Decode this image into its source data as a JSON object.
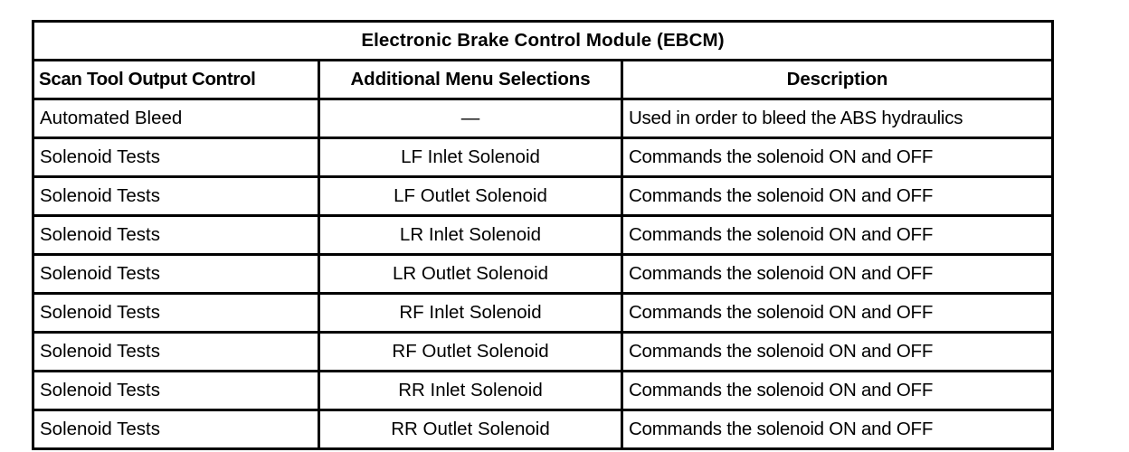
{
  "table": {
    "title": "Electronic Brake Control Module (EBCM)",
    "columns": [
      "Scan Tool Output Control",
      "Additional Menu Selections",
      "Description"
    ],
    "rows": [
      {
        "output_control": "Automated Bleed",
        "menu_selection": "—",
        "description": "Used in order to bleed the ABS hydraulics"
      },
      {
        "output_control": "Solenoid Tests",
        "menu_selection": "LF Inlet Solenoid",
        "description": "Commands the solenoid ON and OFF"
      },
      {
        "output_control": "Solenoid Tests",
        "menu_selection": "LF Outlet Solenoid",
        "description": "Commands the solenoid ON and OFF"
      },
      {
        "output_control": "Solenoid Tests",
        "menu_selection": "LR Inlet Solenoid",
        "description": "Commands the solenoid ON and OFF"
      },
      {
        "output_control": "Solenoid Tests",
        "menu_selection": "LR Outlet Solenoid",
        "description": "Commands the solenoid ON and OFF"
      },
      {
        "output_control": "Solenoid Tests",
        "menu_selection": "RF Inlet Solenoid",
        "description": "Commands the solenoid ON and OFF"
      },
      {
        "output_control": "Solenoid Tests",
        "menu_selection": "RF Outlet Solenoid",
        "description": "Commands the solenoid ON and OFF"
      },
      {
        "output_control": "Solenoid Tests",
        "menu_selection": "RR Inlet Solenoid",
        "description": "Commands the solenoid ON and OFF"
      },
      {
        "output_control": "Solenoid Tests",
        "menu_selection": "RR Outlet Solenoid",
        "description": "Commands the solenoid ON and OFF"
      }
    ]
  },
  "colors": {
    "border": "#000000",
    "text": "#000000",
    "background": "#ffffff"
  }
}
